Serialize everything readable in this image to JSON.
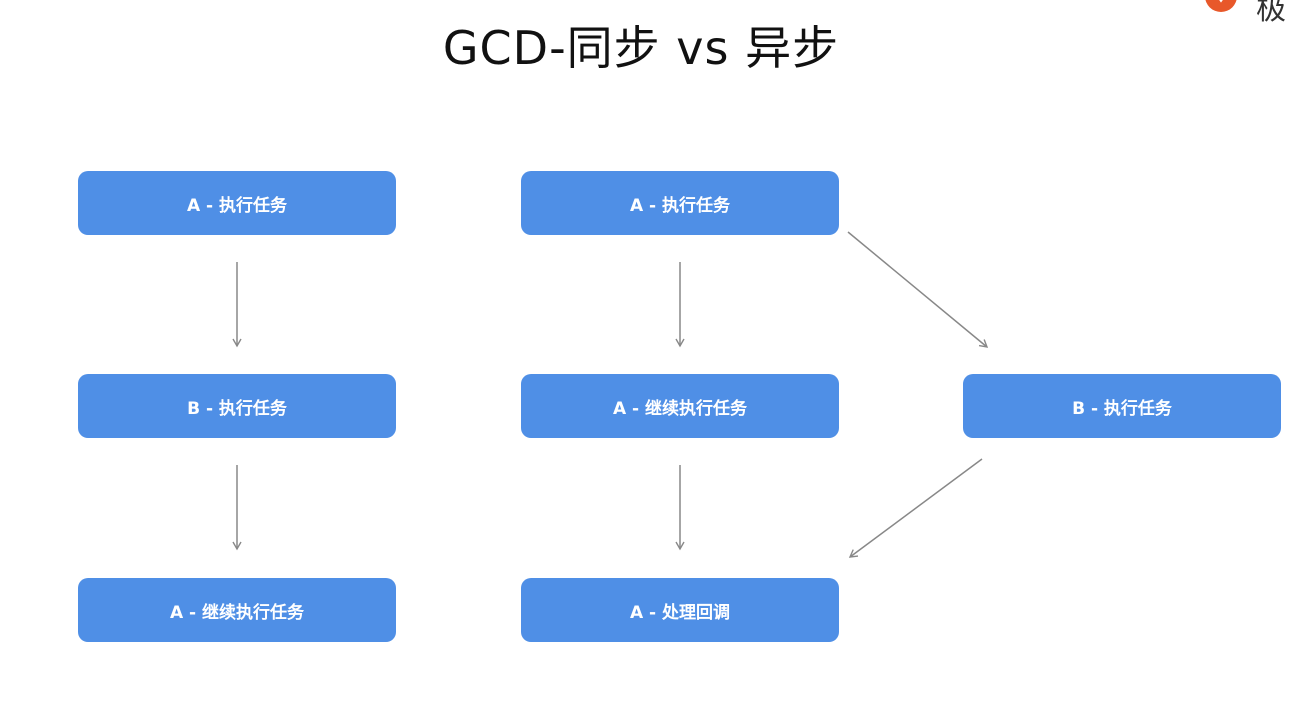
{
  "title": "GCD-同步 vs 异步",
  "logo": {
    "text": "极"
  },
  "colors": {
    "box": "#4f8fe6",
    "arrow": "#888888",
    "logo": "#e8582a"
  },
  "sync": {
    "step1": "A - 执行任务",
    "step2": "B - 执行任务",
    "step3": "A - 继续执行任务"
  },
  "async": {
    "step1": "A - 执行任务",
    "step2": "A - 继续执行任务",
    "step3": "A - 处理回调",
    "branch": "B - 执行任务"
  }
}
